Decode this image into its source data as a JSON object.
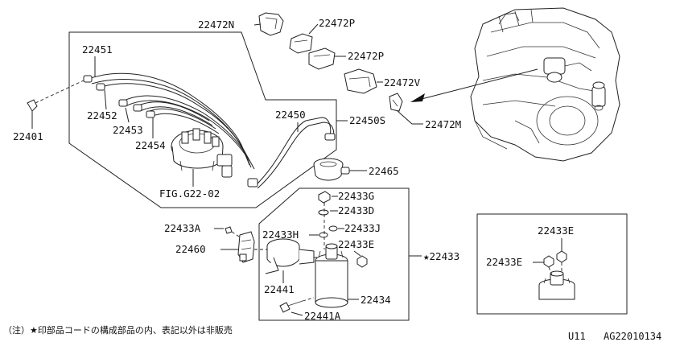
{
  "labels": {
    "p22472N": "22472N",
    "p22472P_1": "22472P",
    "p22472P_2": "22472P",
    "p22472V": "22472V",
    "p22472M": "22472M",
    "p22451": "22451",
    "p22452": "22452",
    "p22453": "22453",
    "p22454": "22454",
    "p22450": "22450",
    "p22450S": "22450S",
    "p22401": "22401",
    "fig": "FIG.G22-02",
    "p22465": "22465",
    "p22433G": "22433G",
    "p22433D": "22433D",
    "p22433J": "22433J",
    "p22433H": "22433H",
    "p22433E_main": "22433E",
    "p22433A": "22433A",
    "p22460": "22460",
    "p22441": "22441",
    "p22434": "22434",
    "p22441A": "22441A",
    "p22433": "★22433",
    "p22433E_inset1": "22433E",
    "p22433E_inset2": "22433E"
  },
  "footer": {
    "note": "（注）★印部品コードの構成部品の内、表記以外は非販売",
    "code_left": "U11",
    "code_right": "AG22010134"
  }
}
